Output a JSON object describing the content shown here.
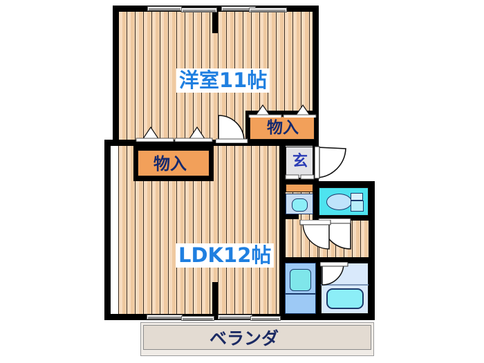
{
  "plan": {
    "type": "apartment-floor-plan",
    "rooms": [
      {
        "id": "western-room",
        "label": "洋室11帖",
        "label_color": "#1f7fe0",
        "size_tatami": 11
      },
      {
        "id": "ldk",
        "label": "LDK12帖",
        "label_color": "#1f7fe0",
        "size_tatami": 12
      },
      {
        "id": "closet-left",
        "label": "物入",
        "label_color": "#152a6e"
      },
      {
        "id": "closet-right",
        "label": "物入",
        "label_color": "#152a6e"
      },
      {
        "id": "entrance",
        "label": "玄",
        "label_color": "#2b3db5"
      },
      {
        "id": "balcony",
        "label": "ベランダ",
        "label_color": "#1b2a63"
      }
    ],
    "labels": {
      "western_room": "洋室11帖",
      "ldk": "LDK12帖",
      "closet_left": "物入",
      "closet_right": "物入",
      "entrance": "玄",
      "balcony": "ベランダ"
    },
    "fixtures": [
      {
        "id": "toilet",
        "name": "toilet-fixture"
      },
      {
        "id": "washbasin",
        "name": "washbasin-fixture"
      },
      {
        "id": "bathtub",
        "name": "bathtub-fixture"
      },
      {
        "id": "kitchen-sink",
        "name": "kitchen-sink-fixture"
      }
    ],
    "colors": {
      "wall": "#000000",
      "floor_wood": "#f5d6b4",
      "closet_fill": "#f2a05a",
      "toilet_fill": "#4ee3ef",
      "bath_fill": "#d9e9fb",
      "kitchen_fill": "#9dc9f5",
      "genkan_fill": "#e3e3e6",
      "balcony_fill": "#e3dbd2",
      "label_blue": "#1f7fe0",
      "label_navy": "#152a6e"
    }
  }
}
